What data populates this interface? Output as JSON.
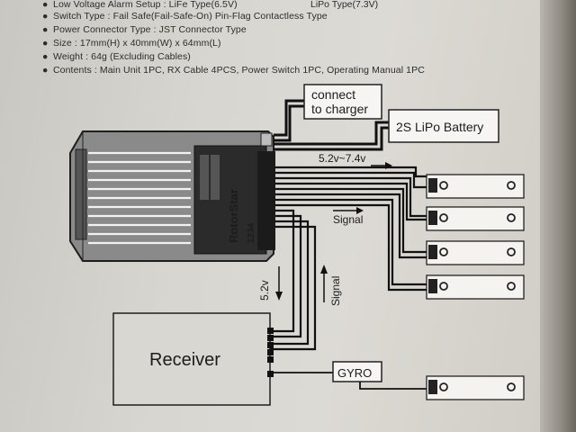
{
  "specs": [
    "Low Voltage Alarm Setup : LiFe Type(6.5V)",
    "Switch Type : Fail Safe(Fail-Safe-On) Pin-Flag Contactless Type",
    "Power Connector Type : JST Connector Type",
    "Size : 17mm(H) x 40mm(W) x 64mm(L)",
    "Weight : 64g (Excluding Cables)",
    "Contents : Main Unit 1PC, RX Cable 4PCS, Power Switch 1PC, Operating Manual 1PC"
  ],
  "spec_extra": "LiPo Type(7.3V)",
  "bullet": "●",
  "charger_label": [
    "connect",
    "to charger"
  ],
  "battery_label": "2S LiPo Battery",
  "voltage_range_label": "5.2v~7.4v",
  "signal_label": "Signal",
  "down_voltage_label": "5.2v",
  "up_signal_label": "Signal",
  "receiver_label": "Receiver",
  "gyro_label": "GYRO",
  "unit_brand": "RotorStar",
  "unit_ports": "1234",
  "colors": {
    "paper": "#d8d6d0",
    "ink": "#1c1c1c",
    "unit_body": "#7f7f7f",
    "unit_panel": "#2a2a2a"
  }
}
